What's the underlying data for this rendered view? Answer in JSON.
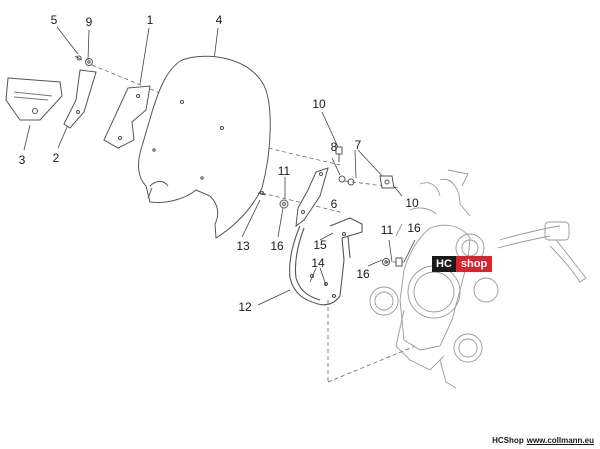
{
  "callouts": [
    {
      "id": "c5",
      "text": "5"
    },
    {
      "id": "c9",
      "text": "9"
    },
    {
      "id": "c1",
      "text": "1"
    },
    {
      "id": "c4",
      "text": "4"
    },
    {
      "id": "c3",
      "text": "3"
    },
    {
      "id": "c2",
      "text": "2"
    },
    {
      "id": "c10a",
      "text": "10"
    },
    {
      "id": "c8",
      "text": "8"
    },
    {
      "id": "c7",
      "text": "7"
    },
    {
      "id": "c11a",
      "text": "11"
    },
    {
      "id": "c6",
      "text": "6"
    },
    {
      "id": "c10b",
      "text": "10"
    },
    {
      "id": "c13",
      "text": "13"
    },
    {
      "id": "c16a",
      "text": "16"
    },
    {
      "id": "c15",
      "text": "15"
    },
    {
      "id": "c11b",
      "text": "11"
    },
    {
      "id": "c16b",
      "text": "16"
    },
    {
      "id": "c16c",
      "text": "16"
    },
    {
      "id": "c14",
      "text": "14"
    },
    {
      "id": "c12",
      "text": "12"
    }
  ],
  "badge": {
    "part1": "HC",
    "part2": "shop"
  },
  "footer": {
    "brand": "HCShop",
    "url": "www.collmann.eu"
  },
  "colors": {
    "line": "#555555",
    "accent": "#d9232e",
    "ink": "#1a1a1a"
  }
}
